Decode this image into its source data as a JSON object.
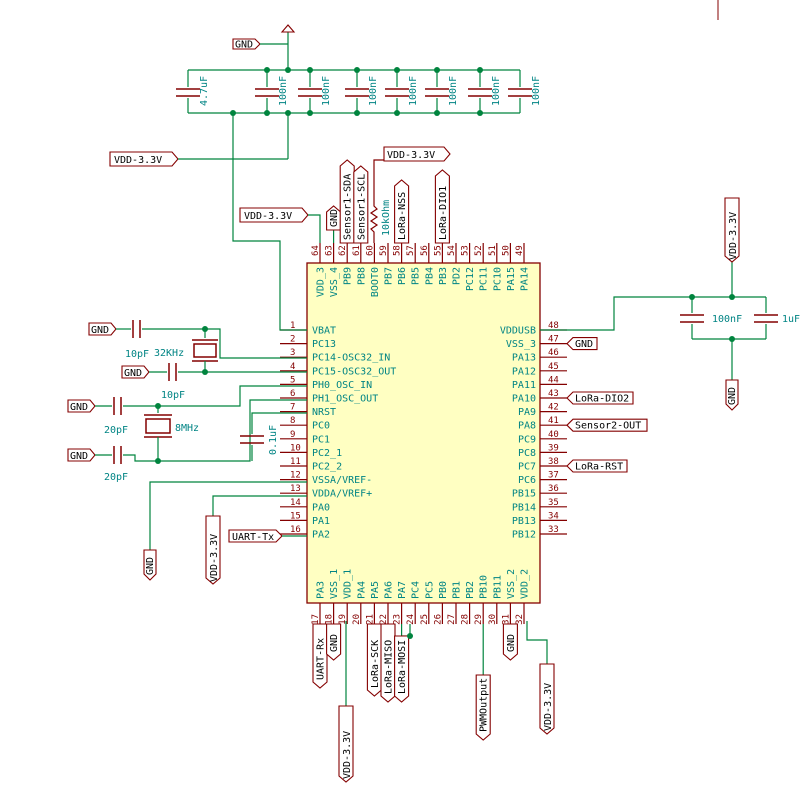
{
  "power_labels": {
    "gnd": "GND",
    "vdd": "VDD-3.3V"
  },
  "nets": {
    "sensor1_sda": "Sensor1-SDA",
    "sensor1_scl": "Sensor1-SCL",
    "lora_nss": "LoRa-NSS",
    "lora_dio1": "LoRa-DIO1",
    "lora_dio2": "LoRa-DIO2",
    "sensor2_out": "Sensor2-OUT",
    "lora_rst": "LoRa-RST",
    "uart_tx": "UART-Tx",
    "uart_rx": "UART-Rx",
    "lora_sck": "LoRa-SCK",
    "lora_miso": "LoRa-MISO",
    "lora_mosi": "LoRa-MOSI",
    "pwm_output": "PWMOutput"
  },
  "components": {
    "cap_47uf": "4.7uF",
    "cap_100nf": "100nF",
    "cap_10pf": "10pF",
    "cap_20pf": "20pF",
    "cap_01uf": "0.1uF",
    "cap_1uf": "1uF",
    "xtal_32k": "32KHz",
    "xtal_8m": "8MHz",
    "res_10k": "10kOhm"
  },
  "mcu": {
    "left_pins": [
      {
        "num": "1",
        "name": "VBAT"
      },
      {
        "num": "2",
        "name": "PC13"
      },
      {
        "num": "3",
        "name": "PC14-OSC32_IN"
      },
      {
        "num": "4",
        "name": "PC15-OSC32_OUT"
      },
      {
        "num": "5",
        "name": "PH0_OSC_IN"
      },
      {
        "num": "6",
        "name": "PH1_OSC_OUT"
      },
      {
        "num": "7",
        "name": "NRST"
      },
      {
        "num": "8",
        "name": "PC0"
      },
      {
        "num": "9",
        "name": "PC1"
      },
      {
        "num": "10",
        "name": "PC2_1"
      },
      {
        "num": "11",
        "name": "PC2_2"
      },
      {
        "num": "12",
        "name": "VSSA/VREF-"
      },
      {
        "num": "13",
        "name": "VDDA/VREF+"
      },
      {
        "num": "14",
        "name": "PA0"
      },
      {
        "num": "15",
        "name": "PA1"
      },
      {
        "num": "16",
        "name": "PA2"
      }
    ],
    "right_pins": [
      {
        "num": "48",
        "name": "VDDUSB"
      },
      {
        "num": "47",
        "name": "VSS_3"
      },
      {
        "num": "46",
        "name": "PA13"
      },
      {
        "num": "45",
        "name": "PA12"
      },
      {
        "num": "44",
        "name": "PA11"
      },
      {
        "num": "43",
        "name": "PA10"
      },
      {
        "num": "42",
        "name": "PA9"
      },
      {
        "num": "41",
        "name": "PA8"
      },
      {
        "num": "40",
        "name": "PC9"
      },
      {
        "num": "39",
        "name": "PC8"
      },
      {
        "num": "38",
        "name": "PC7"
      },
      {
        "num": "37",
        "name": "PC6"
      },
      {
        "num": "36",
        "name": "PB15"
      },
      {
        "num": "35",
        "name": "PB14"
      },
      {
        "num": "34",
        "name": "PB13"
      },
      {
        "num": "33",
        "name": "PB12"
      }
    ],
    "top_pins": [
      {
        "num": "64",
        "name": "VDD_3"
      },
      {
        "num": "63",
        "name": "VSS_4"
      },
      {
        "num": "62",
        "name": "PB9"
      },
      {
        "num": "61",
        "name": "PB8"
      },
      {
        "num": "60",
        "name": "BOOT0"
      },
      {
        "num": "59",
        "name": "PB7"
      },
      {
        "num": "58",
        "name": "PB6"
      },
      {
        "num": "57",
        "name": "PB5"
      },
      {
        "num": "56",
        "name": "PB4"
      },
      {
        "num": "55",
        "name": "PB3"
      },
      {
        "num": "54",
        "name": "PD2"
      },
      {
        "num": "53",
        "name": "PC12"
      },
      {
        "num": "52",
        "name": "PC11"
      },
      {
        "num": "51",
        "name": "PC10"
      },
      {
        "num": "50",
        "name": "PA15"
      },
      {
        "num": "49",
        "name": "PA14"
      }
    ],
    "bottom_pins": [
      {
        "num": "17",
        "name": "PA3"
      },
      {
        "num": "18",
        "name": "VSS_1"
      },
      {
        "num": "19",
        "name": "VDD_1"
      },
      {
        "num": "20",
        "name": "PA4"
      },
      {
        "num": "21",
        "name": "PA5"
      },
      {
        "num": "22",
        "name": "PA6"
      },
      {
        "num": "23",
        "name": "PA7"
      },
      {
        "num": "24",
        "name": "PC4"
      },
      {
        "num": "25",
        "name": "PC5"
      },
      {
        "num": "26",
        "name": "PB0"
      },
      {
        "num": "27",
        "name": "PB1"
      },
      {
        "num": "28",
        "name": "PB2"
      },
      {
        "num": "29",
        "name": "PB10"
      },
      {
        "num": "30",
        "name": "PB11"
      },
      {
        "num": "31",
        "name": "VSS_2"
      },
      {
        "num": "32",
        "name": "VDD_2"
      }
    ]
  }
}
